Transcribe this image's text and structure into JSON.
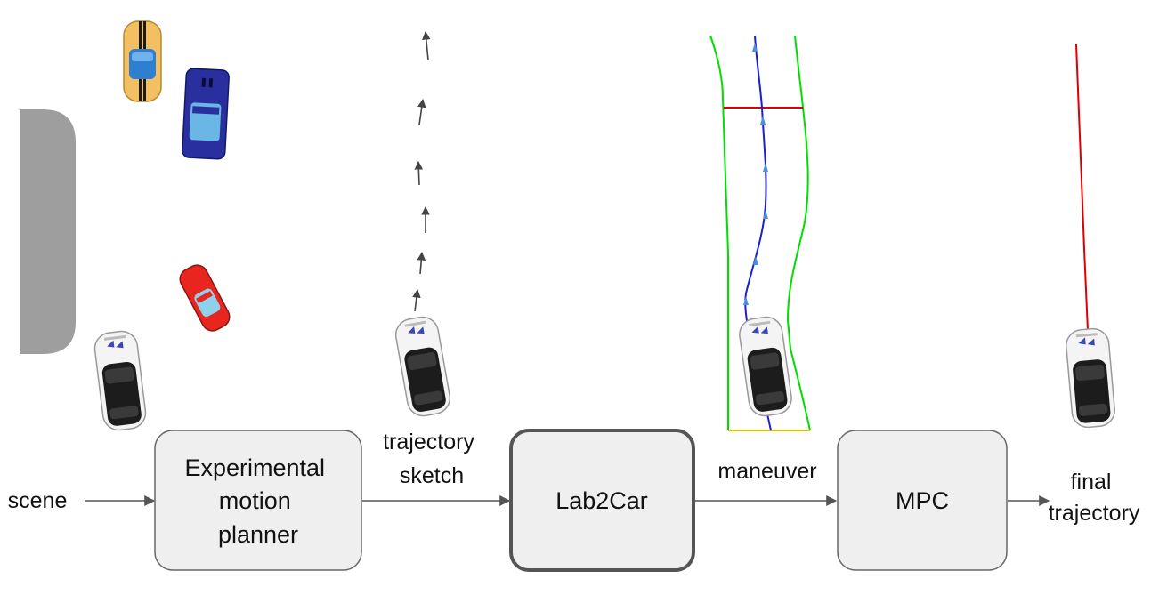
{
  "pipeline": {
    "input_label": "scene",
    "box1_lines": [
      "Experimental",
      "motion",
      "planner"
    ],
    "edge1_lines": [
      "trajectory",
      "sketch"
    ],
    "box2_label": "Lab2Car",
    "edge2_label": "maneuver",
    "box3_label": "MPC",
    "output_lines": [
      "final",
      "trajectory"
    ]
  },
  "colors": {
    "box_fill": "#efefef",
    "box_stroke": "#666666",
    "highlight_stroke": "#555555",
    "arrow": "#555555",
    "road_edge": "#00dd00",
    "maneuver_path": "#1a1fd6",
    "path_arrows": "#4a90e2",
    "final_path": "#dd0000",
    "goal_line": "#dd0000",
    "barrier": "#9e9e9e"
  },
  "icons": {
    "ego_vehicle": "ego-car-icon",
    "other_vehicles": [
      "yellow-car-icon",
      "blue-car-icon",
      "red-car-icon"
    ]
  }
}
